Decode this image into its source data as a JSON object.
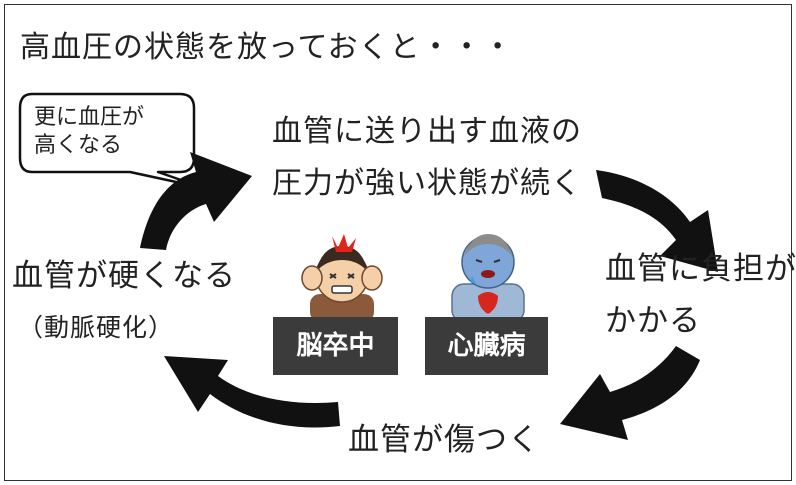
{
  "title": "高血圧の状態を放っておくと・・・",
  "bubble": {
    "line1": "更に血圧が",
    "line2": "高くなる"
  },
  "cycle": {
    "stage1": {
      "line1": "血管に送り出す血液の",
      "line2": "圧力が強い状態が続く"
    },
    "stage2": {
      "line1": "血管に負担が",
      "line2": "かかる"
    },
    "stage3": {
      "text": "血管が傷つく"
    },
    "stage4": {
      "text": "血管が硬くなる",
      "sub": "（動脈硬化）"
    }
  },
  "diseases": {
    "stroke": "脳卒中",
    "heart": "心臓病"
  },
  "colors": {
    "arrow": "#111111",
    "badge": "#3b3b3b",
    "badge_text": "#ffffff"
  },
  "icons": [
    "headache-person-icon",
    "chest-pain-person-icon"
  ]
}
